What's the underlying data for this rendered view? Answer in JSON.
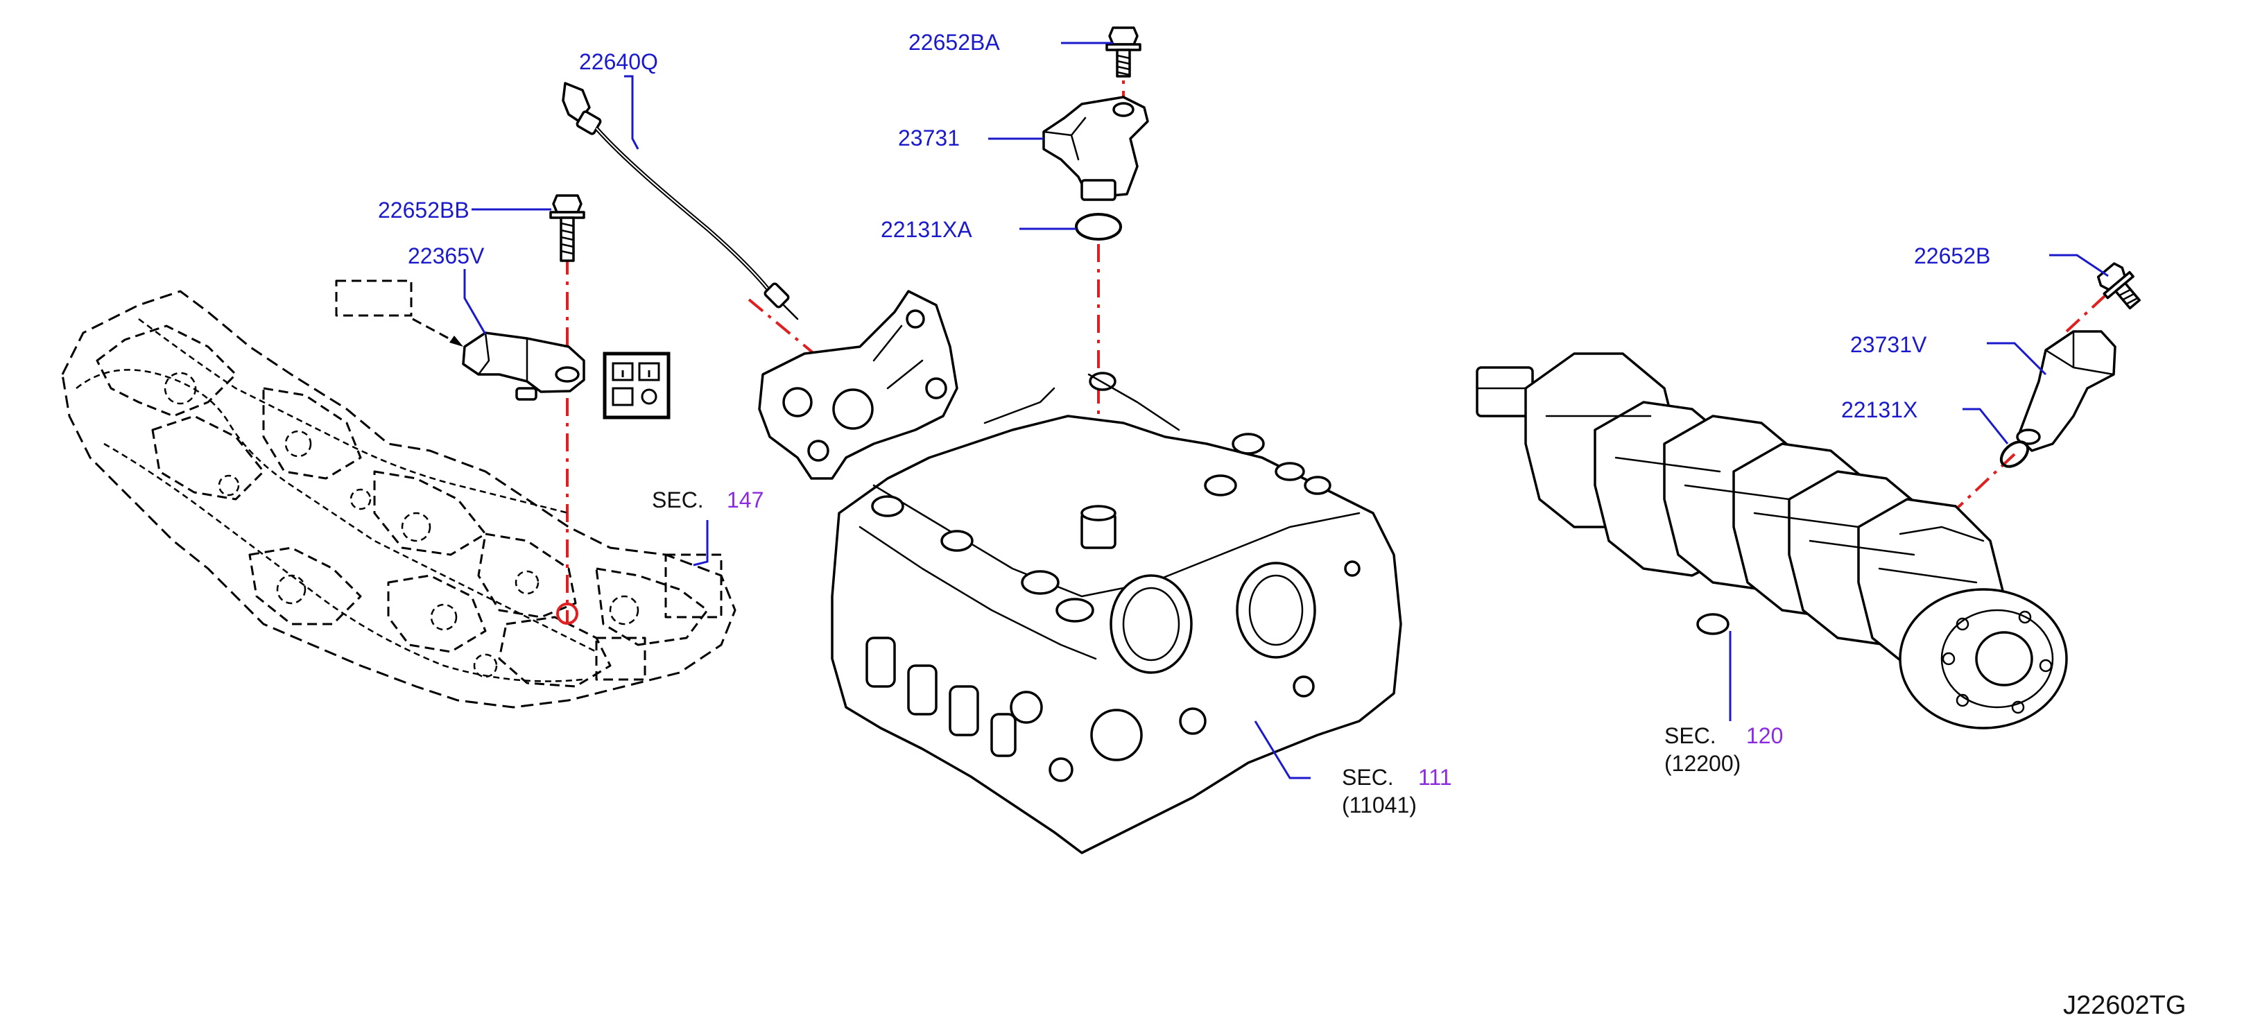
{
  "diagram": {
    "drawing_code": "J22602TG",
    "colors": {
      "part_label": "#1a1acc",
      "section_number": "#8a2be2",
      "alignment_line": "#e02020",
      "linework": "#000000",
      "background": "#ffffff"
    },
    "parts": [
      {
        "part_no": "22652BA"
      },
      {
        "part_no": "23731"
      },
      {
        "part_no": "22131XA"
      },
      {
        "part_no": "22640Q"
      },
      {
        "part_no": "22652BB"
      },
      {
        "part_no": "22365V"
      },
      {
        "part_no": "22652B"
      },
      {
        "part_no": "23731V"
      },
      {
        "part_no": "22131X"
      }
    ],
    "sections": [
      {
        "sec_label": "SEC.",
        "sec_number": "147",
        "ref": ""
      },
      {
        "sec_label": "SEC.",
        "sec_number": "111",
        "ref": "(11041)"
      },
      {
        "sec_label": "SEC.",
        "sec_number": "120",
        "ref": "(12200)"
      }
    ],
    "icons": [
      "bolt-icon",
      "cam-sensor-icon",
      "o-ring-icon",
      "harness-sensor-icon",
      "knock-sensor-icon",
      "crank-sensor-icon",
      "connector-symbol-icon",
      "engine-block-icon",
      "cylinder-head-icon",
      "crankshaft-icon"
    ]
  }
}
